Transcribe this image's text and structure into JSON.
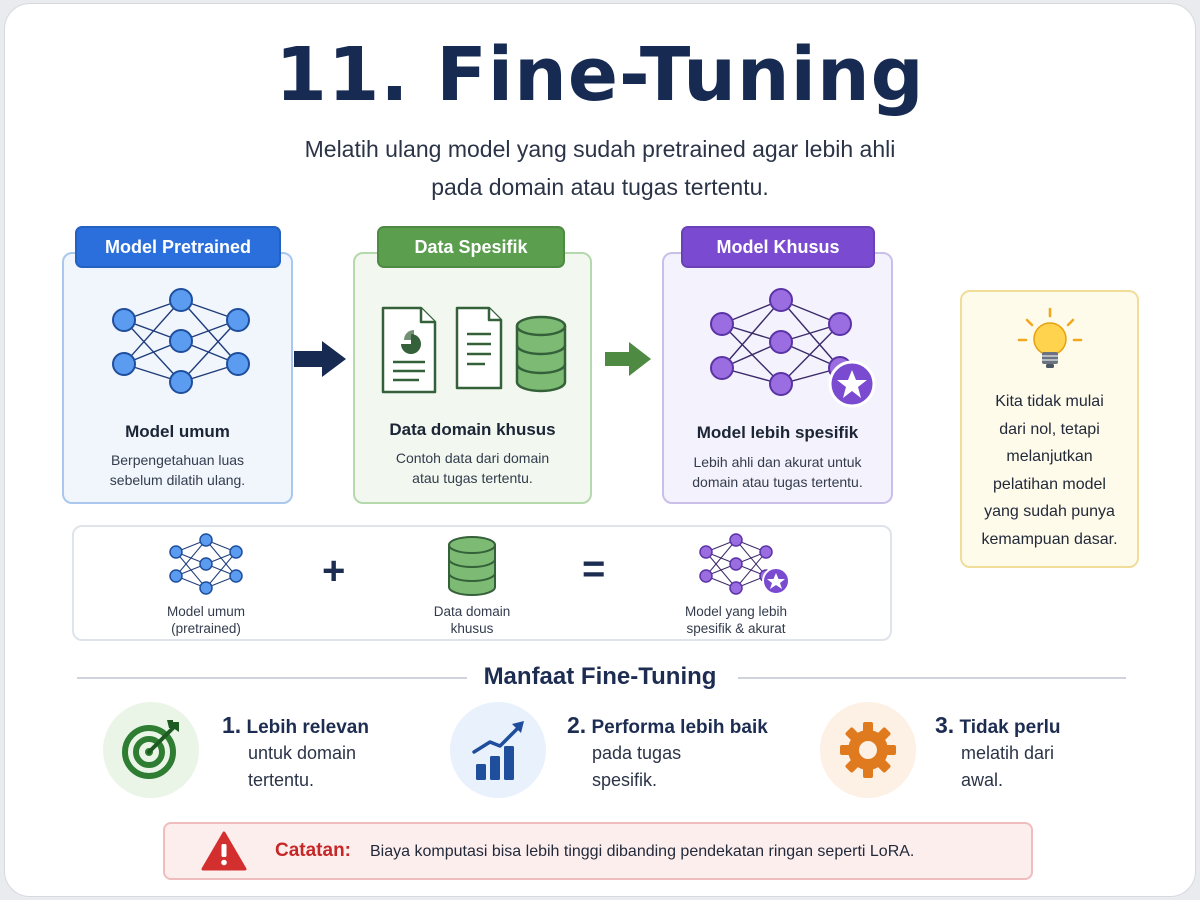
{
  "header": {
    "title": "11. Fine-Tuning",
    "subtitle_line1": "Melatih ulang model yang sudah pretrained agar lebih ahli",
    "subtitle_line2": "pada domain atau tugas tertentu."
  },
  "steps": [
    {
      "badge": "Model Pretrained",
      "heading": "Model umum",
      "text_line1": "Berpengetahuan luas",
      "text_line2": "sebelum dilatih ulang.",
      "icon": "neural-network-icon",
      "color": "#2a6fdb"
    },
    {
      "badge": "Data Spesifik",
      "heading": "Data domain khusus",
      "text_line1": "Contoh data dari domain",
      "text_line2": "atau tugas tertentu.",
      "icon": "documents-database-icon",
      "color": "#5a9e4e"
    },
    {
      "badge": "Model Khusus",
      "heading": "Model lebih spesifik",
      "text_line1": "Lebih ahli dan akurat untuk",
      "text_line2": "domain atau tugas tertentu.",
      "icon": "specialized-network-icon",
      "color": "#7a4bd1"
    }
  ],
  "tip": {
    "icon": "lightbulb-icon",
    "lines": [
      "Kita tidak mulai",
      "dari nol, tetapi",
      "melanjutkan",
      "pelatihan model",
      "yang sudah punya",
      "kemampuan dasar."
    ]
  },
  "equation": {
    "items": [
      {
        "line1": "Model umum",
        "line2": "(pretrained)"
      },
      {
        "line1": "Data domain",
        "line2": "khusus"
      },
      {
        "line1": "Model yang lebih",
        "line2": "spesifik & akurat"
      }
    ],
    "plus": "+",
    "equals": "="
  },
  "benefits": {
    "title": "Manfaat Fine-Tuning",
    "items": [
      {
        "num": "1.",
        "head": "Lebih relevan",
        "line1": "untuk domain",
        "line2": "tertentu.",
        "icon": "target-icon"
      },
      {
        "num": "2.",
        "head": "Performa lebih baik",
        "line1": "pada tugas",
        "line2": "spesifik.",
        "icon": "growth-chart-icon"
      },
      {
        "num": "3.",
        "head": "Tidak perlu",
        "line1": "melatih dari",
        "line2": "awal.",
        "icon": "gear-icon"
      }
    ]
  },
  "note": {
    "label": "Catatan:",
    "text": "Biaya komputasi bisa lebih tinggi dibanding pendekatan ringan seperti LoRA.",
    "icon": "warning-icon"
  }
}
